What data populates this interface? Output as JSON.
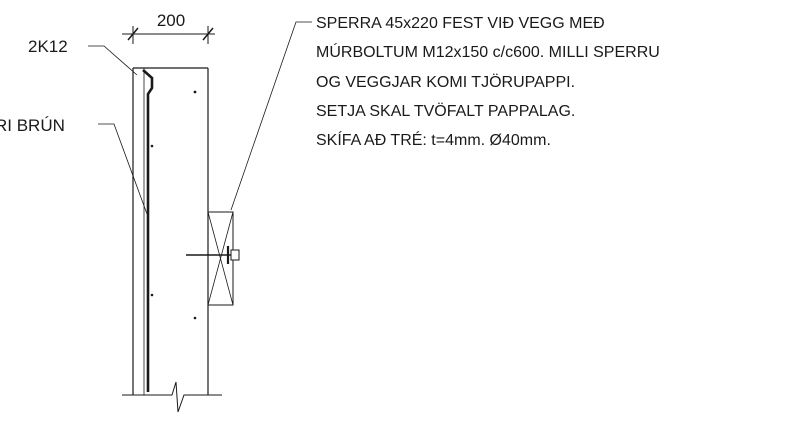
{
  "dimension": {
    "value": "200"
  },
  "labels": {
    "rebar": "2K12",
    "edge": "RI BRÚN"
  },
  "note": {
    "lines": [
      "SPERRA 45x220 FEST VIÐ VEGG MEÐ",
      "MÚRBOLTUM M12x150 c/c600. MILLI SPERRU",
      "OG VEGGJAR KOMI TJÖRUPAPPI.",
      "SETJA SKAL TVÖFALT PAPPALAG.",
      "SKÍFA AÐ TRÉ: t=4mm. Ø40mm."
    ]
  },
  "colors": {
    "line": "#1a1a1a",
    "background": "#ffffff"
  }
}
